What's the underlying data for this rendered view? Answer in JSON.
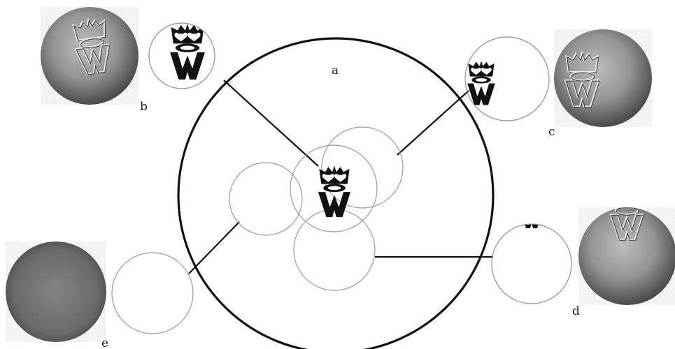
{
  "labels": {
    "a": "a",
    "b": "b",
    "c": "c",
    "d": "d",
    "e": "e"
  },
  "colors": {
    "ink": "#111111",
    "thin_circle": "#9a9a9a",
    "coin_light": "#b8b8b8",
    "coin_dark": "#5a5a5a"
  },
  "icons": {
    "stamp_mark": "crowned-w-mark-icon",
    "coin_photo": "coin-photo"
  }
}
